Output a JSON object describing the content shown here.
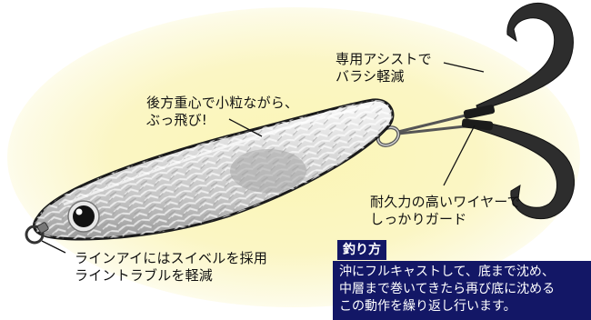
{
  "callouts": {
    "assist_hook": {
      "line1": "専用アシストで",
      "line2": "バラシ軽減"
    },
    "rear_weight": {
      "line1": "後方重心で小粒ながら、",
      "line2": "ぶっ飛び!"
    },
    "wire": {
      "line1": "耐久力の高いワイヤーで",
      "line2": "しっかりガード"
    },
    "line_eye": {
      "line1": "ラインアイにはスイベルを採用",
      "line2": "ライントラブルを軽減"
    }
  },
  "fishing_method": {
    "tag": "釣り方",
    "line1": "沖にフルキャストして、底まで沈め、",
    "line2": "中層まで巻いてきたら再び底に沈める",
    "line3": "この動作を繰り返し行います。"
  },
  "colors": {
    "box_bg": "#131766",
    "glow": "#fbf5b6"
  }
}
